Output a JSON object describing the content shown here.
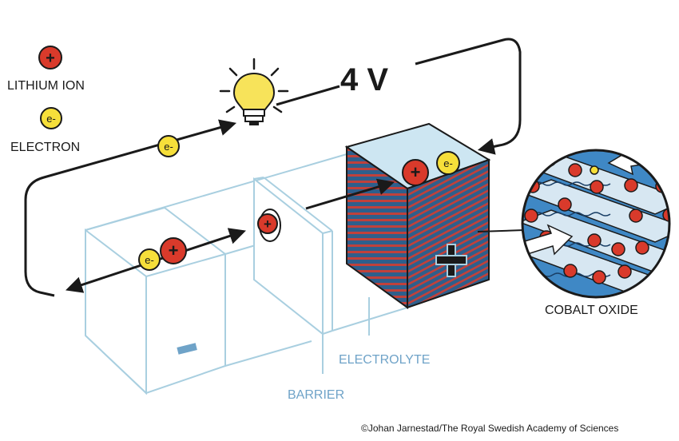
{
  "legend": {
    "lithium_ion_label": "LITHIUM ION",
    "electron_label": "ELECTRON",
    "ion_symbol": "+",
    "electron_symbol": "e-"
  },
  "circuit": {
    "voltage_label": "4 V"
  },
  "battery": {
    "cathode_symbol": "+",
    "anode_symbol": "−"
  },
  "labels": {
    "electrolyte": "ELECTROLYTE",
    "barrier": "BARRIER",
    "cobalt_oxide": "COBALT OXIDE"
  },
  "credit": "©Johan Jarnestad/The Royal Swedish Academy of Sciences",
  "colors": {
    "ion_red": "#d93a2b",
    "electron_yellow": "#f6df3a",
    "cell_outline": "#a9cfe0",
    "cathode_stripe": "#c0413b",
    "cathode_blue": "#2e5f8c",
    "cathode_top": "#cde6f2",
    "label_blue": "#6fa3c8",
    "line": "#1a1a1a"
  }
}
